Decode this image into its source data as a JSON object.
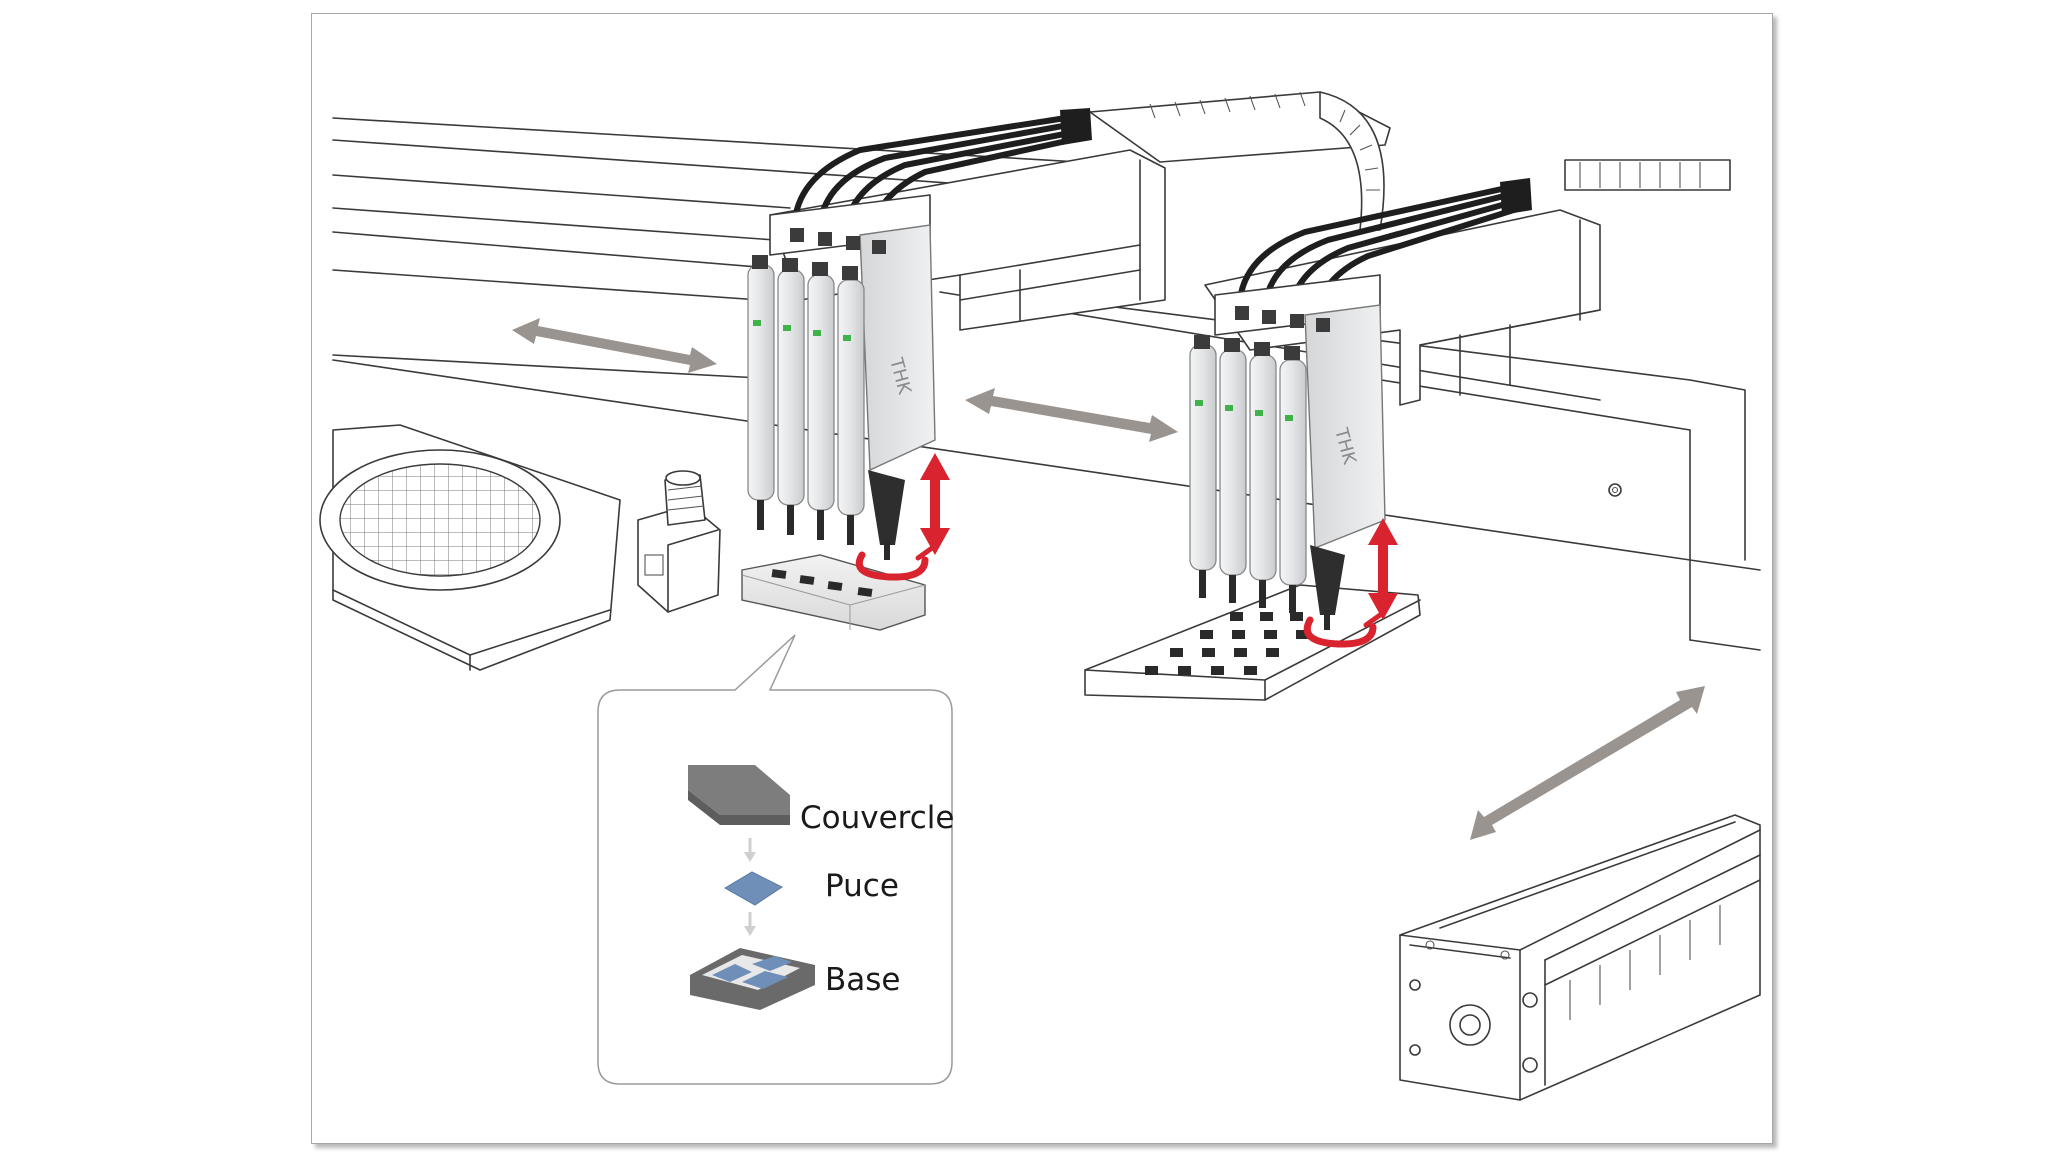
{
  "callout": {
    "items": [
      {
        "label": "Couvercle"
      },
      {
        "label": "Puce"
      },
      {
        "label": "Base"
      }
    ]
  },
  "brand": "THK",
  "colors": {
    "lift_arrow": "#d9232e",
    "motion_arrow": "#9a9490",
    "chip": "#6f8fb8",
    "lid": "#7d7d7d",
    "base_frame": "#6a6a6a",
    "cable": "#1e1e1e",
    "actuator_body": "#e4e6e8"
  },
  "icons": {
    "motion_arrow": "double-headed-arrow",
    "lift_arrow": "vertical-double-arrow",
    "rotation_arrow": "rotation-arrow"
  }
}
